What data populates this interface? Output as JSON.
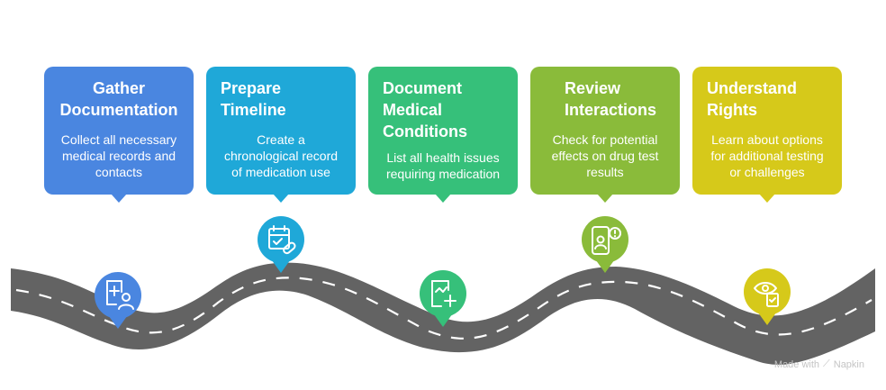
{
  "steps": [
    {
      "title": "Gather\nDocumentation",
      "description": "Collect all necessary\nmedical records and\ncontacts",
      "color": "#4a86e0",
      "icon": "medical-record-user-icon"
    },
    {
      "title": "Prepare\nTimeline",
      "description": "Create a\nchronological record\nof medication use",
      "color": "#1fa8d8",
      "icon": "calendar-pill-icon"
    },
    {
      "title": "Document\nMedical\nConditions",
      "description": "List all health issues\nrequiring medication",
      "color": "#36c07a",
      "icon": "clipboard-health-icon"
    },
    {
      "title": "Review\nInteractions",
      "description": "Check for potential\neffects on drug test\nresults",
      "color": "#8abb3a",
      "icon": "phone-alert-user-icon"
    },
    {
      "title": "Understand\nRights",
      "description": "Learn about options\nfor additional testing\nor challenges",
      "color": "#d6c91a",
      "icon": "eye-clipboard-icon"
    }
  ],
  "watermark": {
    "prefix": "Made with",
    "brand": "Napkin",
    "icon": "napkin-logo-icon"
  },
  "road": {
    "color": "#636363",
    "dash_color": "#ffffff"
  }
}
